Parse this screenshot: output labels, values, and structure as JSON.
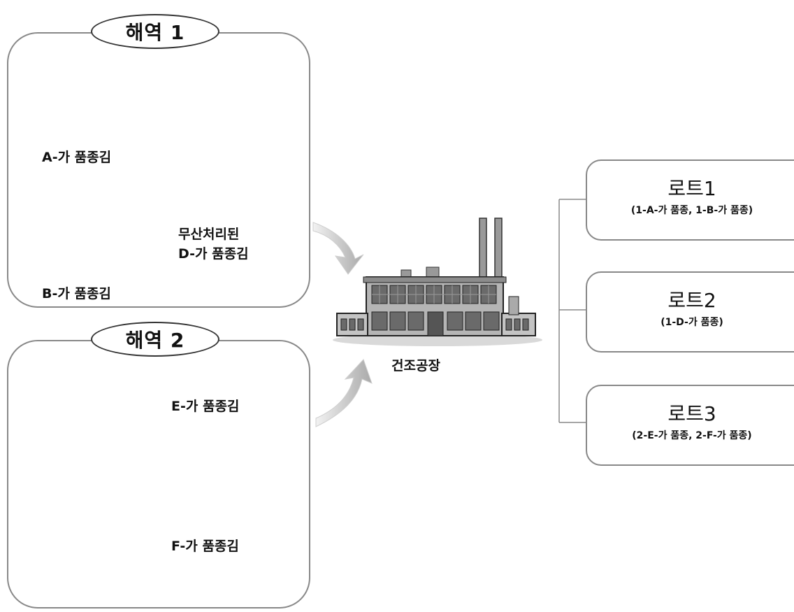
{
  "regions": [
    {
      "title": "해역 1",
      "piles": [
        "A-가 품종김",
        "B-가 품종김",
        "무산처리된",
        "D-가 품종김"
      ]
    },
    {
      "title": "해역 2",
      "piles": [
        "E-가 품종김",
        "F-가 품종김"
      ]
    }
  ],
  "factory": {
    "label": "건조공장"
  },
  "lots": [
    {
      "title": "로트1",
      "detail": "(1-A-가 품종, 1-B-가 품종)"
    },
    {
      "title": "로트2",
      "detail": "(1-D-가 품종)"
    },
    {
      "title": "로트3",
      "detail": "(2-E-가 품종, 2-F-가 품종)"
    }
  ],
  "colors": {
    "border": "#888888",
    "factory_wall": "#b5b5b5",
    "window": "#666666",
    "arrow": "#bdbdbd"
  }
}
